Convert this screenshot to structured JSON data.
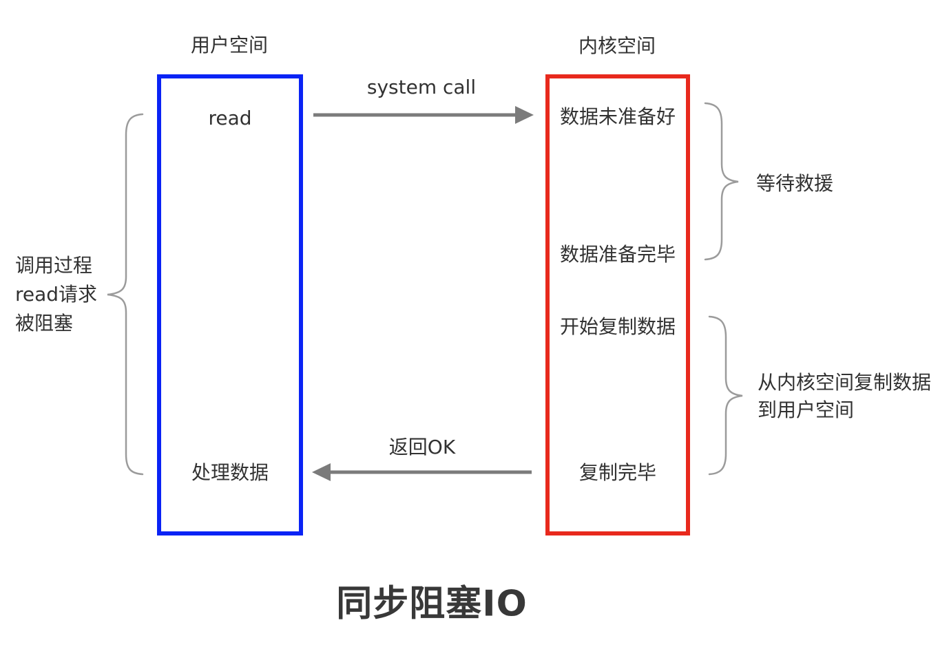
{
  "diagram": {
    "title": "同步阻塞IO",
    "user_space": {
      "label": "用户空间",
      "top_node": "read",
      "bottom_node": "处理数据"
    },
    "kernel_space": {
      "label": "内核空间",
      "nodes": [
        "数据未准备好",
        "数据准备完毕",
        "开始复制数据",
        "复制完毕"
      ]
    },
    "arrows": {
      "system_call": {
        "label": "system call"
      },
      "return_ok": {
        "label": "返回OK"
      }
    },
    "annotations": {
      "blocked_note": {
        "text": "调用过程\nread请求\n被阻塞"
      },
      "wait_note": {
        "text": "等待救援"
      },
      "copy_note": {
        "text": "从内核空间复制数据\n到用户空间"
      }
    },
    "colors": {
      "user_box_border": "#0a23f5",
      "kernel_box_border": "#e8291d",
      "arrow": "#7b7b7b",
      "brace": "#9b9b9b",
      "text": "#323232"
    }
  }
}
